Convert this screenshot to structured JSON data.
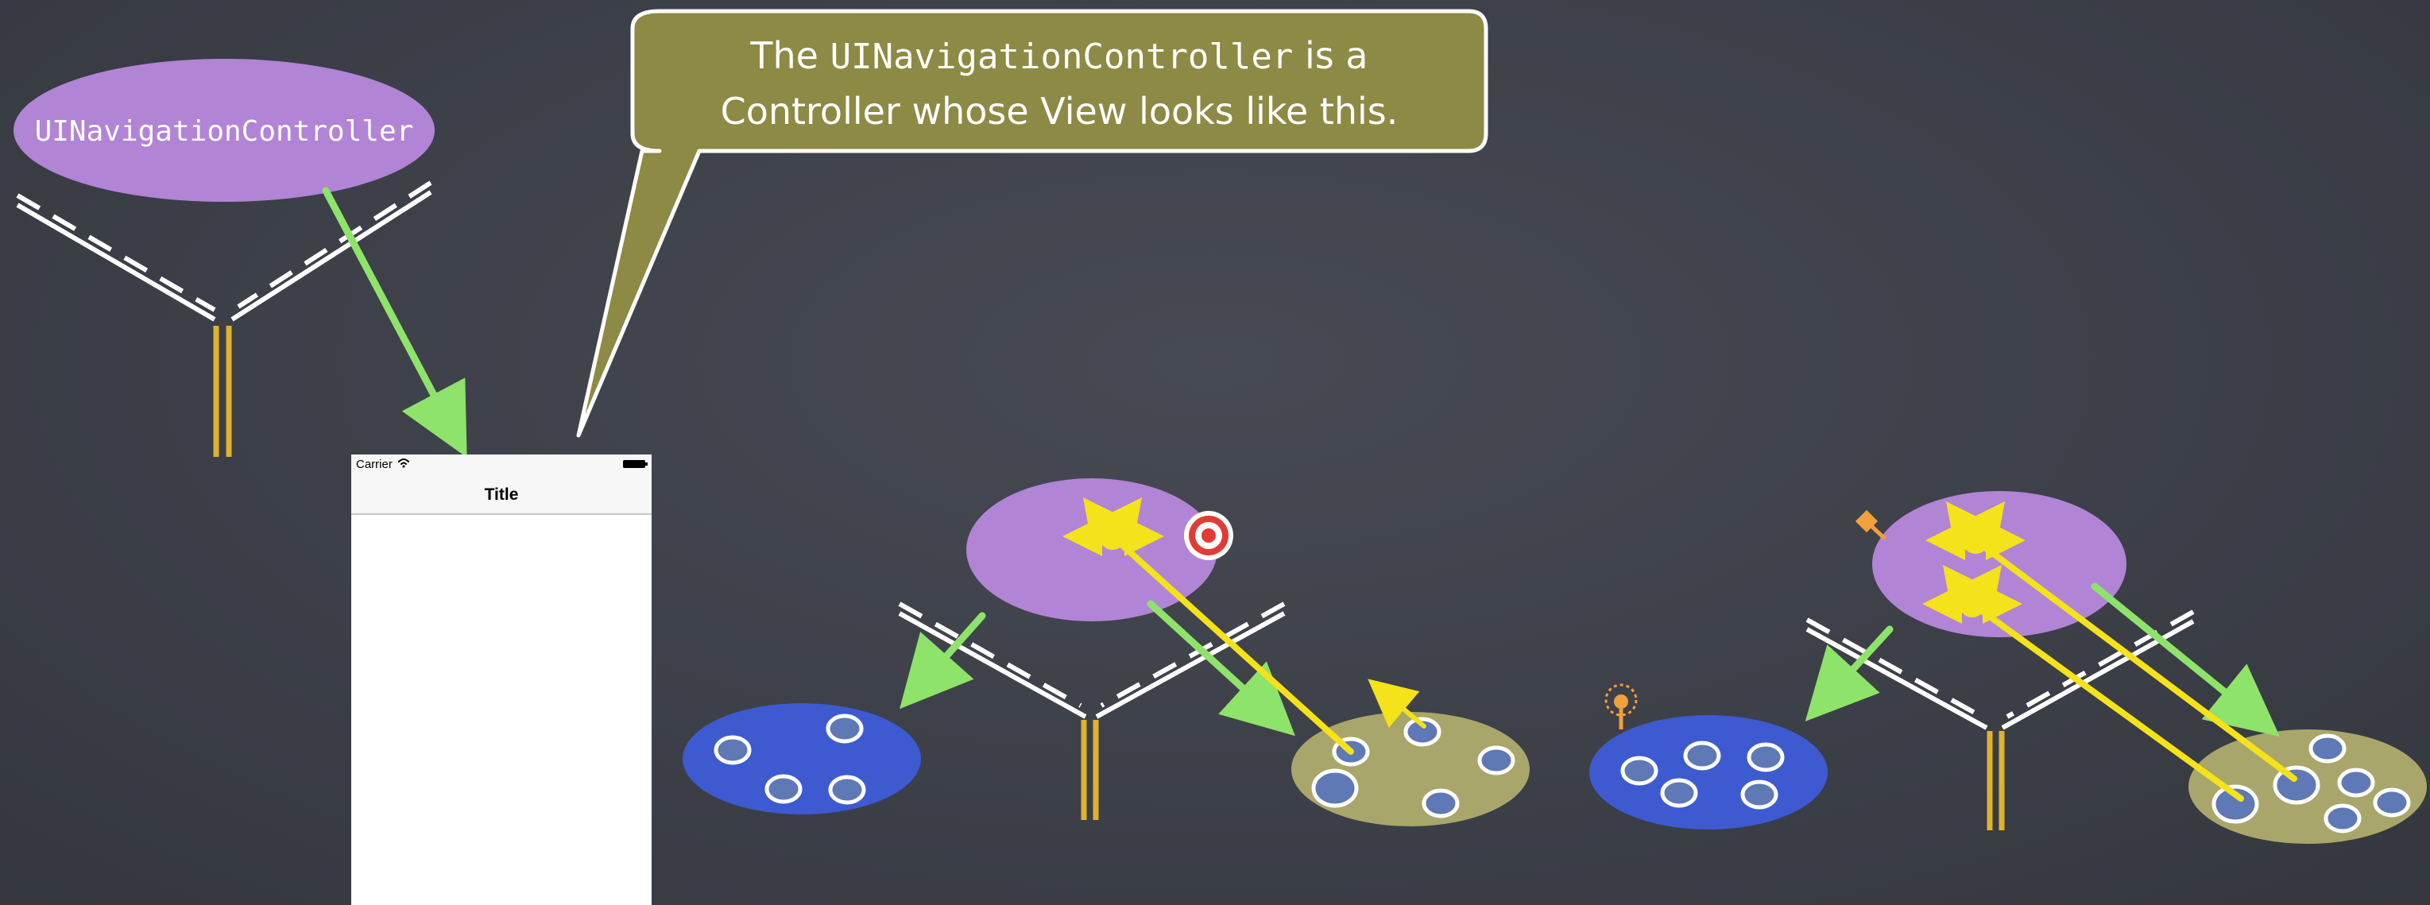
{
  "diagram": {
    "nav_controller_label": "UINavigationController",
    "callout": {
      "prefix": "The ",
      "code": "UINavigationController",
      "suffix": " is a",
      "line2": "Controller whose View looks like this."
    },
    "phone": {
      "carrier": "Carrier",
      "title": "Title"
    },
    "colors": {
      "chalkboard": "#3e4149",
      "controller_purple": "#b184d6",
      "view_blue": "#3d5ad1",
      "view_olive": "#a9a66b",
      "callout_fill": "#8c8a44",
      "outlet_yellow": "#f4e21a",
      "segue_green": "#8ee36a",
      "mvc_gold": "#e0b32a",
      "target_red": "#e23b35"
    }
  }
}
